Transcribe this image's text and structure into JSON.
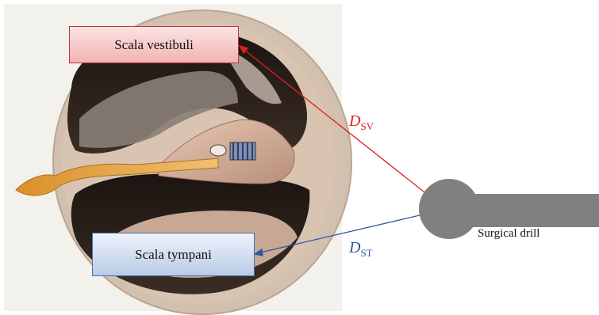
{
  "labels": {
    "scala_vestibuli": "Scala vestibuli",
    "scala_tympani": "Scala tympani",
    "surgical_drill": "Surgical drill",
    "d_sv": {
      "main": "D",
      "sub": "SV"
    },
    "d_st": {
      "main": "D",
      "sub": "ST"
    }
  },
  "colors": {
    "d_sv_arrow": "#e02020",
    "d_st_arrow": "#2f55a4",
    "drill": "#808080"
  }
}
